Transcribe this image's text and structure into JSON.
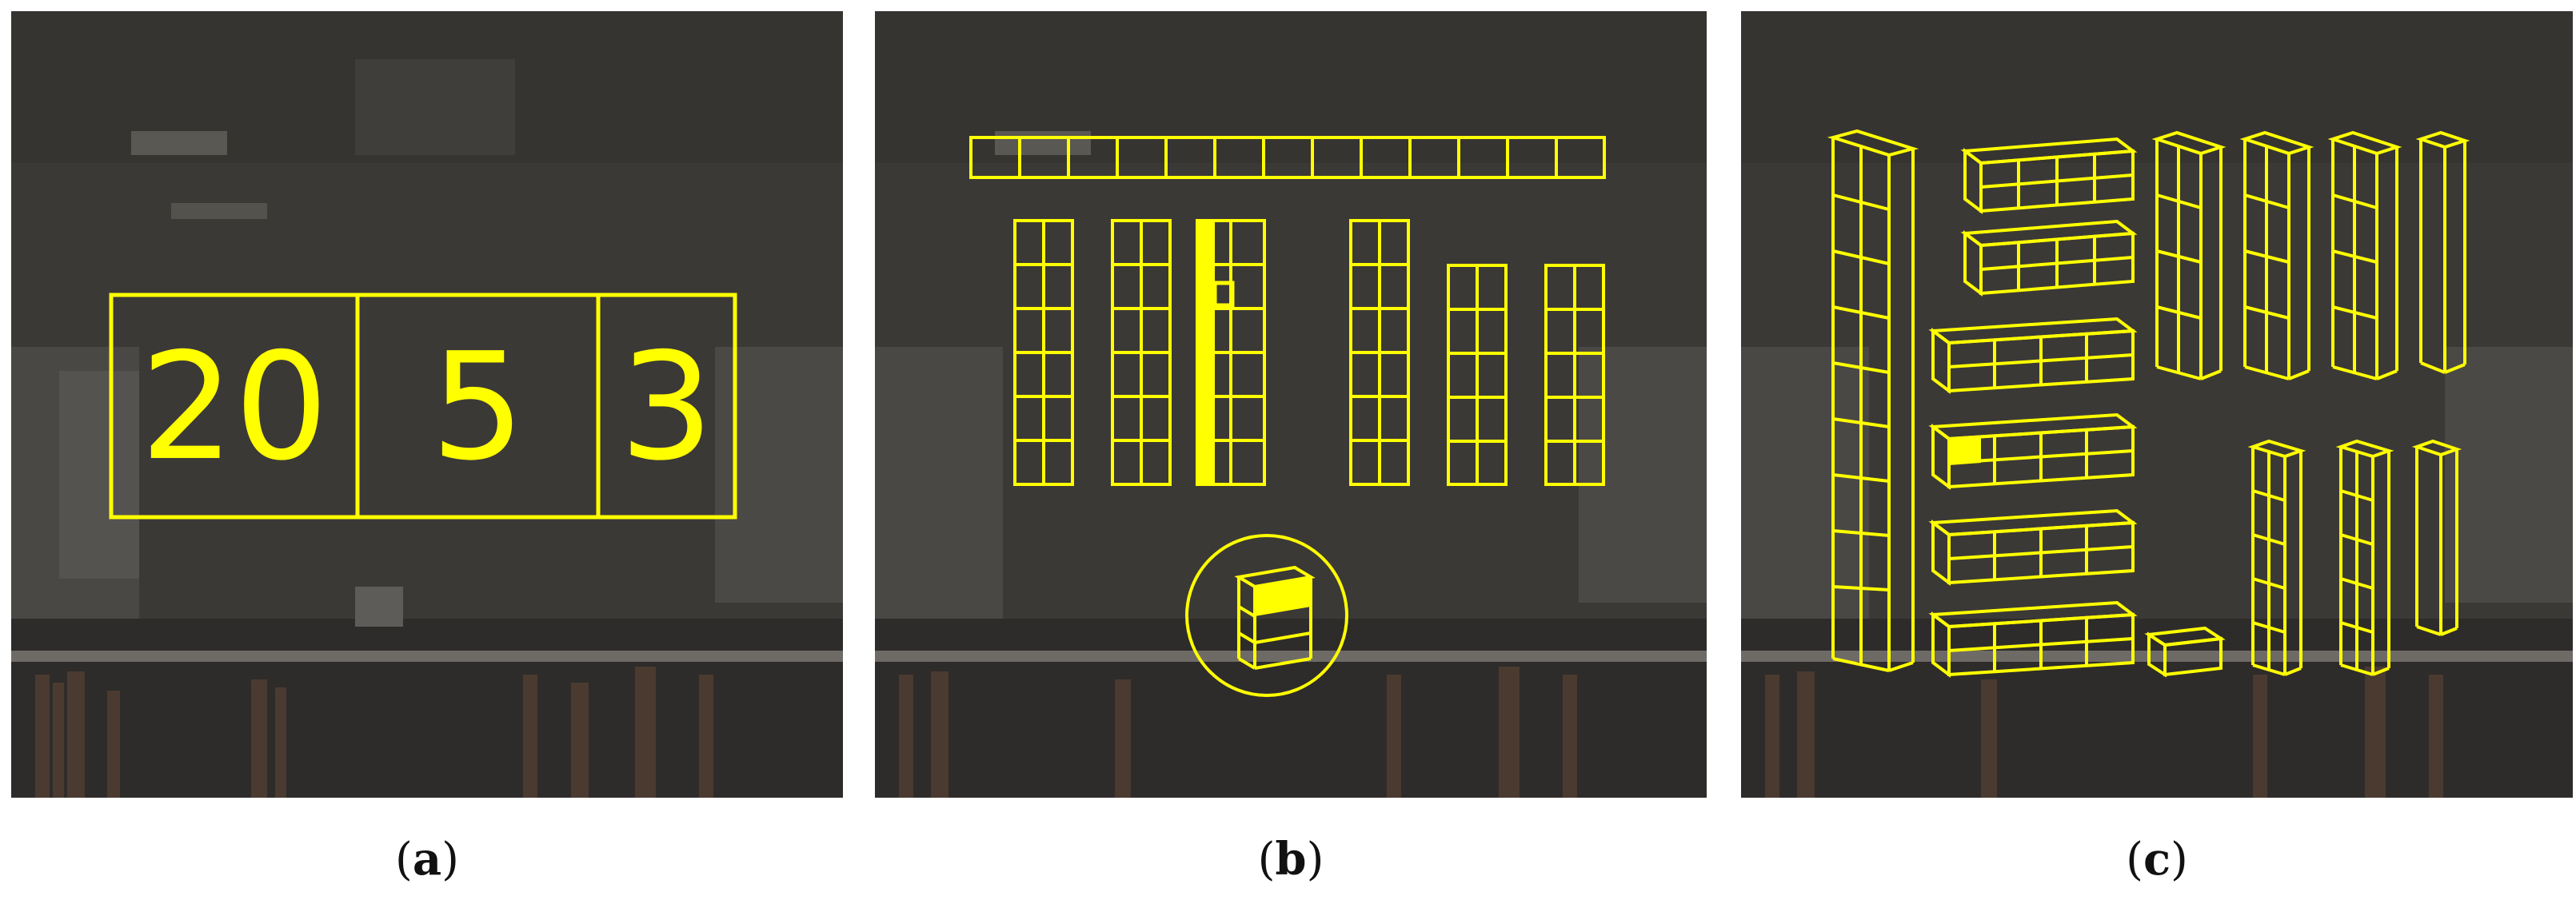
{
  "colors": {
    "overlay": "#ffff00",
    "background_tint": "#3a3836"
  },
  "panels": [
    {
      "id": "a",
      "caption_open": "(",
      "caption_letter": "a",
      "caption_close": ")",
      "numbers": [
        "20",
        "5",
        "3"
      ]
    },
    {
      "id": "b",
      "caption_open": "(",
      "caption_letter": "b",
      "caption_close": ")"
    },
    {
      "id": "c",
      "caption_open": "(",
      "caption_letter": "c",
      "caption_close": ")"
    }
  ]
}
